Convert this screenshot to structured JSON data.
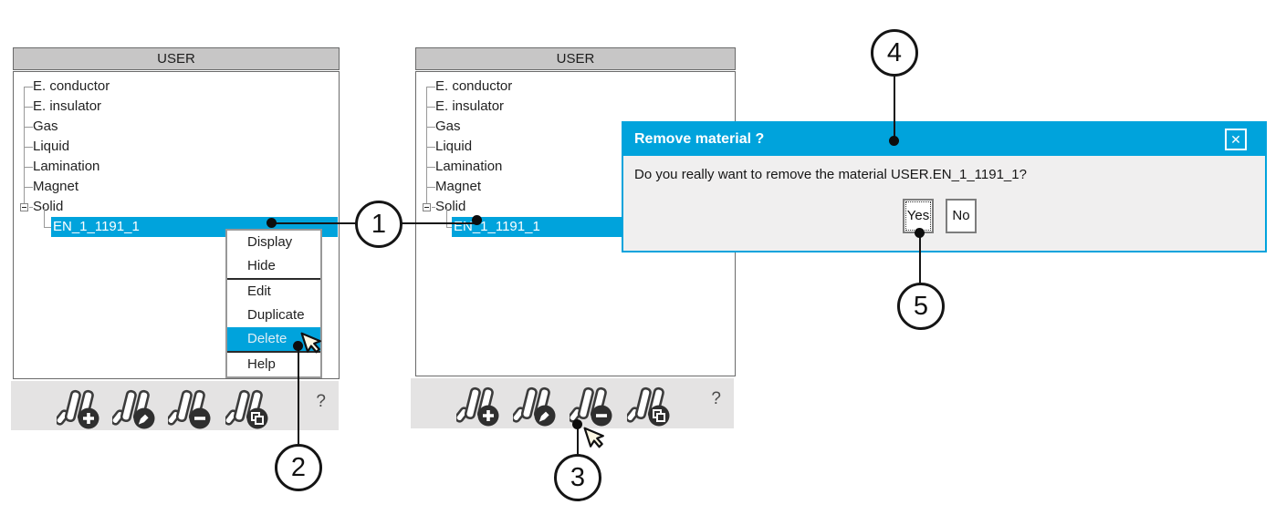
{
  "colors": {
    "accent": "#00a3dc",
    "panel_header_bg": "#c7c6c6",
    "toolbar_bg": "#e4e3e3",
    "dialog_body_bg": "#f0efef"
  },
  "panels": [
    {
      "title": "USER",
      "tree": {
        "items": [
          "E. conductor",
          "E. insulator",
          "Gas",
          "Liquid",
          "Lamination",
          "Magnet",
          "Solid"
        ],
        "child": "EN_1_1191_1",
        "selected": "EN_1_1191_1"
      },
      "toolbar": {
        "help": "?"
      }
    },
    {
      "title": "USER",
      "tree": {
        "items": [
          "E. conductor",
          "E. insulator",
          "Gas",
          "Liquid",
          "Lamination",
          "Magnet",
          "Solid"
        ],
        "child": "EN_1_1191_1",
        "selected": "EN_1_1191_1"
      },
      "toolbar": {
        "help": "?"
      }
    }
  ],
  "context_menu": {
    "items": [
      "Display",
      "Hide",
      "Edit",
      "Duplicate",
      "Delete",
      "Help"
    ],
    "highlighted": "Delete"
  },
  "dialog": {
    "title": "Remove material ?",
    "message": "Do you really want to remove the material USER.EN_1_1191_1?",
    "yes_label": "Yes",
    "no_label": "No",
    "close_glyph": "✕"
  },
  "callouts": {
    "c1": "1",
    "c2": "2",
    "c3": "3",
    "c4": "4",
    "c5": "5"
  }
}
